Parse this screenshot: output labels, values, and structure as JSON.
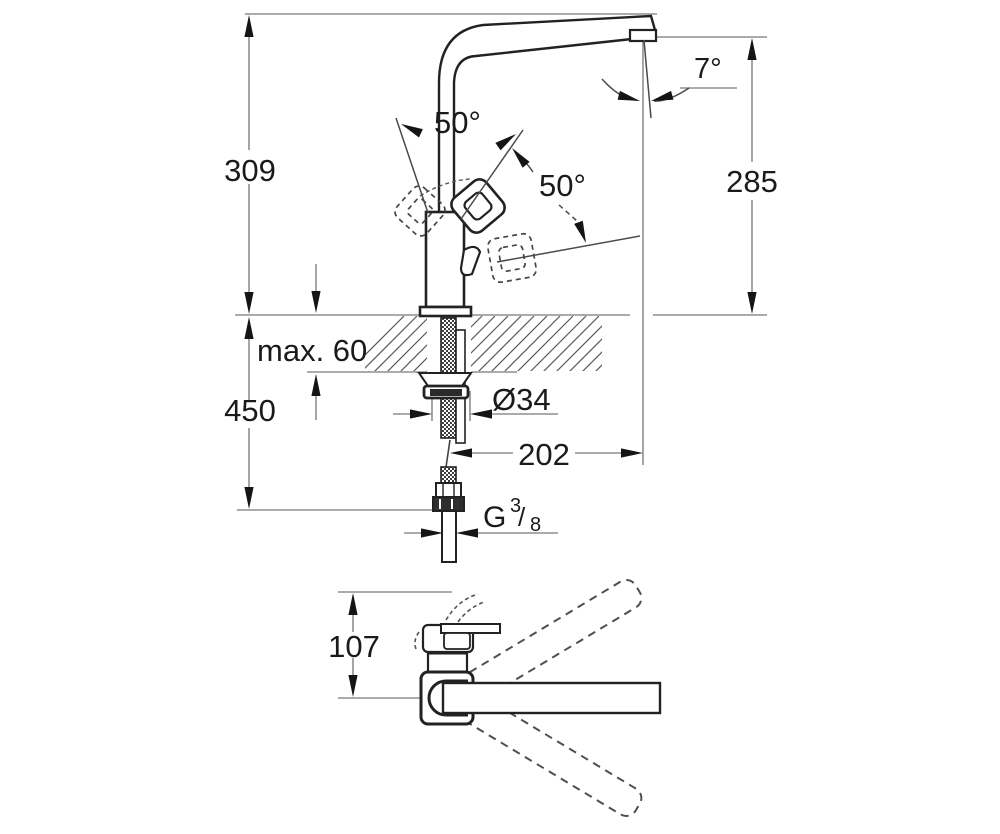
{
  "drawing": {
    "type": "technical-dimension-drawing",
    "subject": "single-lever kitchen sink mixer tap — side elevation, installation section and top view",
    "views": [
      "side-elevation-with-mounting-section",
      "top-view-with-spout-swivel-range"
    ],
    "colors": {
      "background": "#ffffff",
      "outline": "#222222",
      "dimension_line": "#8f8f8f",
      "thin_line": "#4a4a4a",
      "text": "#1a1a1a",
      "hatch": "#5a5a5a"
    },
    "dims": {
      "overall_height": "309",
      "spout_outlet_height": "285",
      "outlet_angle": "7°",
      "handle_swing_upper": "50°",
      "handle_swing_lower": "50°",
      "max_counter_thickness": "max. 60",
      "hose_length": "450",
      "base_diameter": "Ø34",
      "spout_reach": "202",
      "thread_prefix": "G",
      "thread_numerator": "3",
      "thread_slash": "/",
      "thread_denominator": "8",
      "top_view_depth": "107"
    }
  }
}
